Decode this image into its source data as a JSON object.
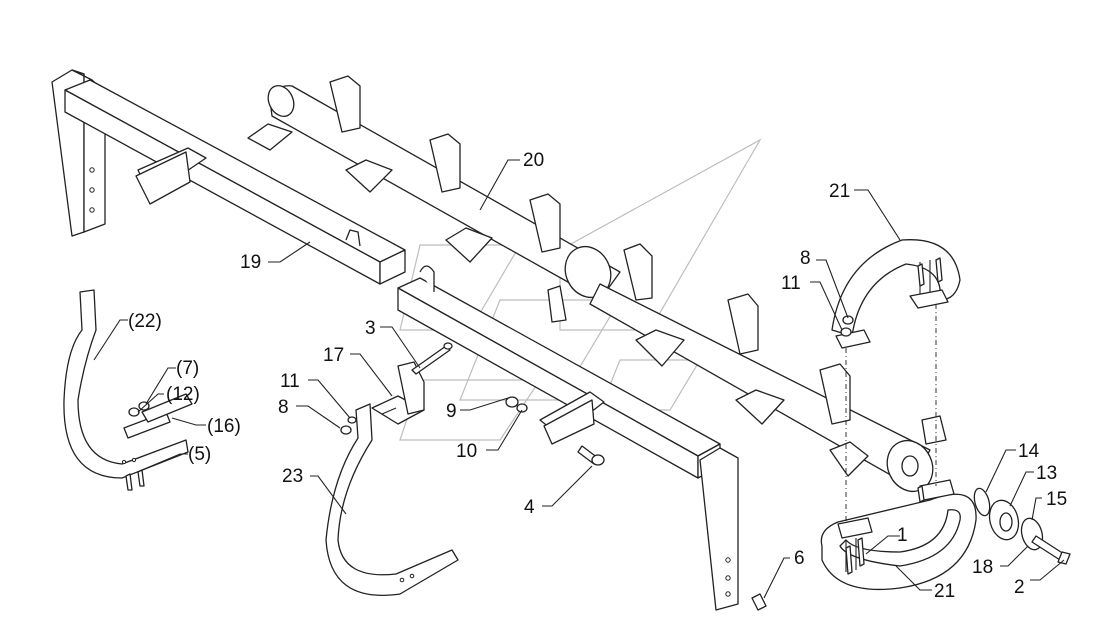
{
  "diagram": {
    "labels": {
      "l1": "1",
      "l2": "2",
      "l3": "3",
      "l4": "4",
      "l6": "6",
      "l8a": "8",
      "l8b": "8",
      "l9": "9",
      "l10": "10",
      "l11a": "11",
      "l11b": "11",
      "l13": "13",
      "l14": "14",
      "l15": "15",
      "l17": "17",
      "l18": "18",
      "l19": "19",
      "l20": "20",
      "l21a": "21",
      "l21b": "21",
      "l22": "(22)",
      "l23": "23",
      "l7": "(7)",
      "l12": "(12)",
      "l16": "(16)",
      "l5": "(5)"
    }
  }
}
